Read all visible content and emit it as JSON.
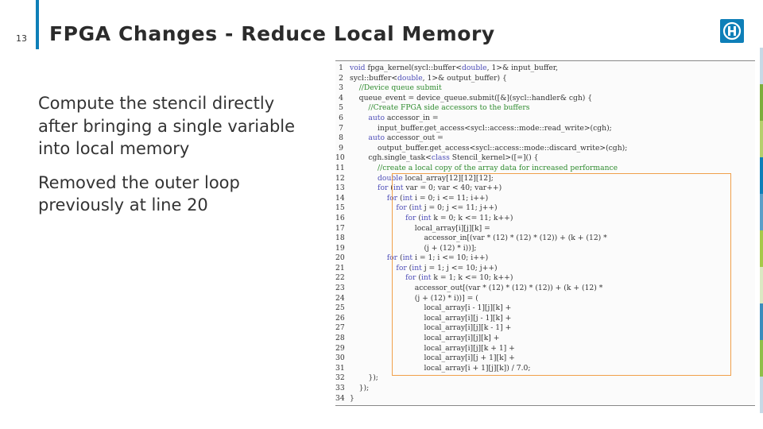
{
  "slide": {
    "number": "13",
    "title": "FPGA Changes - Reduce Local Memory",
    "accent_color": "#0e7fb8"
  },
  "logo": {
    "icon": "lab-logo-icon",
    "color": "#0e7fb8"
  },
  "bullets": [
    "Compute the stencil directly after bringing a single variable into local memory",
    "Removed the outer loop previously at line 20"
  ],
  "code": {
    "highlight_color": "#f0a04b",
    "lines": [
      {
        "n": "1",
        "t": [
          {
            "k": "kw",
            "v": "void"
          },
          {
            "k": "tx",
            "v": " fpga_kernel(sycl::buffer<"
          },
          {
            "k": "kw",
            "v": "double"
          },
          {
            "k": "tx",
            "v": ", 1>& input_buffer,"
          }
        ]
      },
      {
        "n": "2",
        "t": [
          {
            "k": "tx",
            "v": "sycl::buffer<"
          },
          {
            "k": "kw",
            "v": "double"
          },
          {
            "k": "tx",
            "v": ", 1>& output_buffer) {"
          }
        ]
      },
      {
        "n": "3",
        "t": [
          {
            "k": "tx",
            "v": "    "
          },
          {
            "k": "cm",
            "v": "//Device queue submit"
          }
        ]
      },
      {
        "n": "4",
        "t": [
          {
            "k": "tx",
            "v": "    queue_event = device_queue.submit([&](sycl::handler& cgh) {"
          }
        ]
      },
      {
        "n": "5",
        "t": [
          {
            "k": "tx",
            "v": "        "
          },
          {
            "k": "cm",
            "v": "//Create FPGA side accessors to the buffers"
          }
        ]
      },
      {
        "n": "6",
        "t": [
          {
            "k": "tx",
            "v": "        "
          },
          {
            "k": "kw",
            "v": "auto"
          },
          {
            "k": "tx",
            "v": " accessor_in ="
          }
        ]
      },
      {
        "n": "7",
        "t": [
          {
            "k": "tx",
            "v": "            input_buffer.get_access<sycl::access::mode::read_write>(cgh);"
          }
        ]
      },
      {
        "n": "8",
        "t": [
          {
            "k": "tx",
            "v": "        "
          },
          {
            "k": "kw",
            "v": "auto"
          },
          {
            "k": "tx",
            "v": " accessor_out ="
          }
        ]
      },
      {
        "n": "9",
        "t": [
          {
            "k": "tx",
            "v": "            output_buffer.get_access<sycl::access::mode::discard_write>(cgh);"
          }
        ]
      },
      {
        "n": "10",
        "t": [
          {
            "k": "tx",
            "v": "        cgh.single_task<"
          },
          {
            "k": "kw",
            "v": "class"
          },
          {
            "k": "tx",
            "v": " Stencil_kernel>([=]() {"
          }
        ]
      },
      {
        "n": "11",
        "t": [
          {
            "k": "tx",
            "v": "            "
          },
          {
            "k": "cm",
            "v": "//create a local copy of the array data for increased performance"
          }
        ]
      },
      {
        "n": "12",
        "t": [
          {
            "k": "tx",
            "v": "            "
          },
          {
            "k": "kw",
            "v": "double"
          },
          {
            "k": "tx",
            "v": " local_array[12][12][12];"
          }
        ]
      },
      {
        "n": "13",
        "t": [
          {
            "k": "tx",
            "v": "            "
          },
          {
            "k": "kw",
            "v": "for"
          },
          {
            "k": "tx",
            "v": " ("
          },
          {
            "k": "kw",
            "v": "int"
          },
          {
            "k": "tx",
            "v": " var = 0; var < 40; var++)"
          }
        ]
      },
      {
        "n": "14",
        "t": [
          {
            "k": "tx",
            "v": "                "
          },
          {
            "k": "kw",
            "v": "for"
          },
          {
            "k": "tx",
            "v": " ("
          },
          {
            "k": "kw",
            "v": "int"
          },
          {
            "k": "tx",
            "v": " i = 0; i <= 11; i++)"
          }
        ]
      },
      {
        "n": "15",
        "t": [
          {
            "k": "tx",
            "v": "                    "
          },
          {
            "k": "kw",
            "v": "for"
          },
          {
            "k": "tx",
            "v": " ("
          },
          {
            "k": "kw",
            "v": "int"
          },
          {
            "k": "tx",
            "v": " j = 0; j <= 11; j++)"
          }
        ]
      },
      {
        "n": "16",
        "t": [
          {
            "k": "tx",
            "v": "                        "
          },
          {
            "k": "kw",
            "v": "for"
          },
          {
            "k": "tx",
            "v": " ("
          },
          {
            "k": "kw",
            "v": "int"
          },
          {
            "k": "tx",
            "v": " k = 0; k <= 11; k++)"
          }
        ]
      },
      {
        "n": "17",
        "t": [
          {
            "k": "tx",
            "v": "                            local_array[i][j][k] ="
          }
        ]
      },
      {
        "n": "18",
        "t": [
          {
            "k": "tx",
            "v": "                                accessor_in[(var * (12) * (12) * (12)) + (k + (12) *"
          }
        ]
      },
      {
        "n": "19",
        "t": [
          {
            "k": "tx",
            "v": "                                (j + (12) * i))];"
          }
        ]
      },
      {
        "n": "20",
        "t": [
          {
            "k": "tx",
            "v": "                "
          },
          {
            "k": "kw",
            "v": "for"
          },
          {
            "k": "tx",
            "v": " ("
          },
          {
            "k": "kw",
            "v": "int"
          },
          {
            "k": "tx",
            "v": " i = 1; i <= 10; i++)"
          }
        ]
      },
      {
        "n": "21",
        "t": [
          {
            "k": "tx",
            "v": "                    "
          },
          {
            "k": "kw",
            "v": "for"
          },
          {
            "k": "tx",
            "v": " ("
          },
          {
            "k": "kw",
            "v": "int"
          },
          {
            "k": "tx",
            "v": " j = 1; j <= 10; j++)"
          }
        ]
      },
      {
        "n": "22",
        "t": [
          {
            "k": "tx",
            "v": "                        "
          },
          {
            "k": "kw",
            "v": "for"
          },
          {
            "k": "tx",
            "v": " ("
          },
          {
            "k": "kw",
            "v": "int"
          },
          {
            "k": "tx",
            "v": " k = 1; k <= 10; k++)"
          }
        ]
      },
      {
        "n": "23",
        "t": [
          {
            "k": "tx",
            "v": "                            accessor_out[(var * (12) * (12) * (12)) + (k + (12) *"
          }
        ]
      },
      {
        "n": "24",
        "t": [
          {
            "k": "tx",
            "v": "                            (j + (12) * i))] = ("
          }
        ]
      },
      {
        "n": "25",
        "t": [
          {
            "k": "tx",
            "v": "                                local_array[i - 1][j][k] +"
          }
        ]
      },
      {
        "n": "26",
        "t": [
          {
            "k": "tx",
            "v": "                                local_array[i][j - 1][k] +"
          }
        ]
      },
      {
        "n": "27",
        "t": [
          {
            "k": "tx",
            "v": "                                local_array[i][j][k - 1] +"
          }
        ]
      },
      {
        "n": "28",
        "t": [
          {
            "k": "tx",
            "v": "                                local_array[i][j][k] +"
          }
        ]
      },
      {
        "n": "29",
        "t": [
          {
            "k": "tx",
            "v": "                                local_array[i][j][k + 1] +"
          }
        ]
      },
      {
        "n": "30",
        "t": [
          {
            "k": "tx",
            "v": "                                local_array[i][j + 1][k] +"
          }
        ]
      },
      {
        "n": "31",
        "t": [
          {
            "k": "tx",
            "v": "                                local_array[i + 1][j][k]) / 7.0;"
          }
        ]
      },
      {
        "n": "32",
        "t": [
          {
            "k": "tx",
            "v": "        });"
          }
        ]
      },
      {
        "n": "33",
        "t": [
          {
            "k": "tx",
            "v": "    });"
          }
        ]
      },
      {
        "n": "34",
        "t": [
          {
            "k": "tx",
            "v": "}"
          }
        ]
      }
    ]
  },
  "edge_colors": [
    "#c7d9e6",
    "#7cae3c",
    "#b5cf6d",
    "#0e7fb8",
    "#5c9fc8",
    "#a6c94a",
    "#dbe8c2",
    "#3c8dbc",
    "#8fbf4a",
    "#c7d9e6"
  ]
}
